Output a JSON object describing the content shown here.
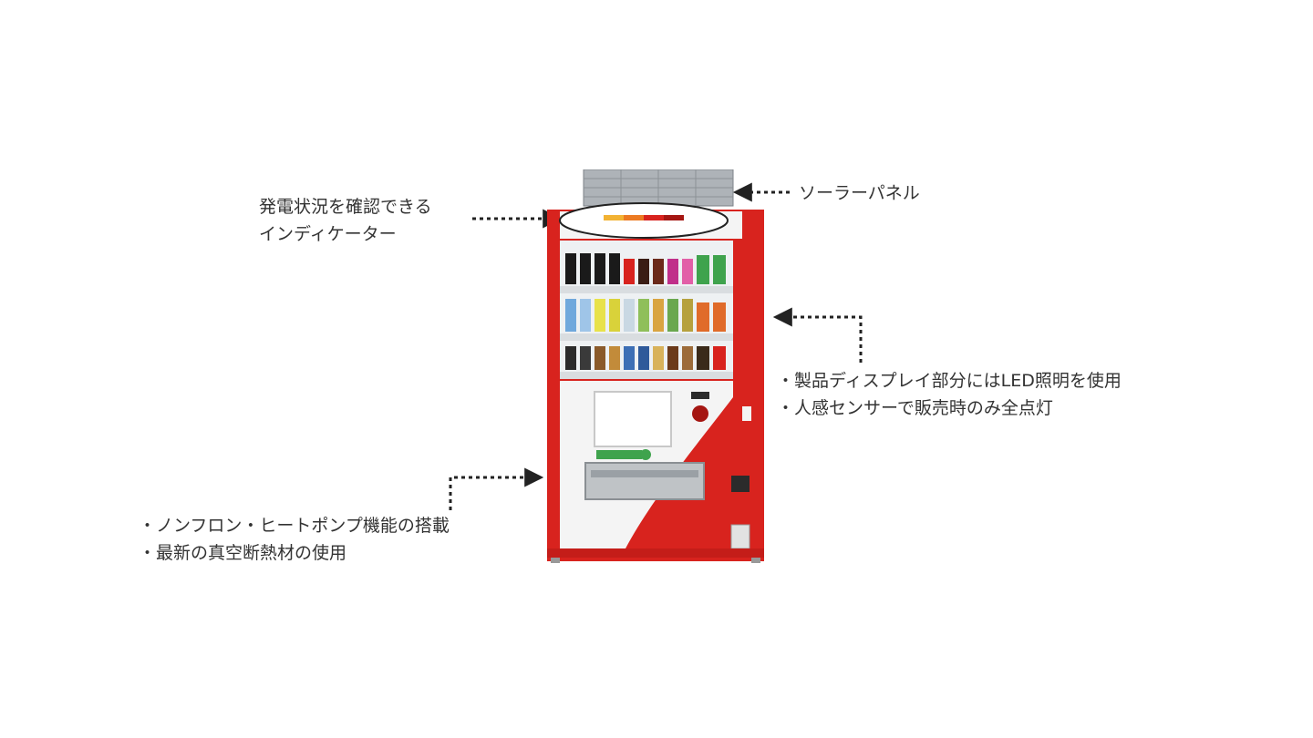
{
  "callouts": {
    "solar_panel": "ソーラーパネル",
    "indicator": [
      "発電状況を確認できる",
      "インディケーター"
    ],
    "led": [
      "・製品ディスプレイ部分にはLED照明を使用",
      "・人感センサーで販売時のみ全点灯"
    ],
    "heatpump": [
      "・ノンフロン・ヒートポンプ機能の搭載",
      "・最新の真空断熱材の使用"
    ]
  },
  "colors": {
    "machine_red": "#d8231e",
    "panel_gray": "#9aa0a6",
    "callout_line": "#222222"
  }
}
